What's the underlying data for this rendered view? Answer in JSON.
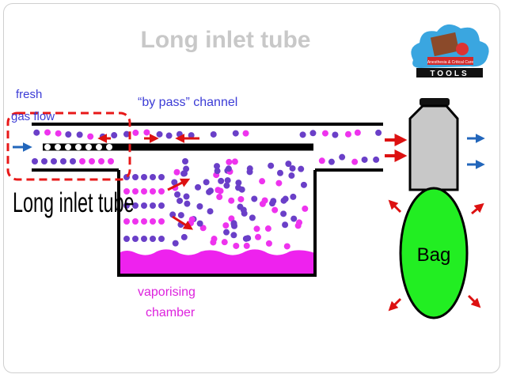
{
  "slide": {
    "title": "Long inlet tube"
  },
  "logo": {
    "caption": "TOOLS",
    "small_text": "Anesthesia & Critical Care"
  },
  "labels": {
    "fresh_gas_line1": "fresh",
    "fresh_gas_line2": "gas flow",
    "bypass_channel": "“by pass” channel",
    "long_inlet_tube": "Long inlet tube",
    "vaporising_line1": "vaporising",
    "vaporising_line2": "chamber",
    "bag": "Bag"
  },
  "colors": {
    "wall": "#000000",
    "label_blue": "#3b3bd6",
    "vapor_liquid": "#ee22ee",
    "molecule_purple": "#6a3fc8",
    "molecule_pink": "#ee33ee",
    "arrow_red": "#dd1111",
    "arrow_blue": "#2266bb",
    "dashed_box": "#e81818",
    "bag_green": "#22ee22",
    "valve_gray": "#c8c8c8"
  }
}
